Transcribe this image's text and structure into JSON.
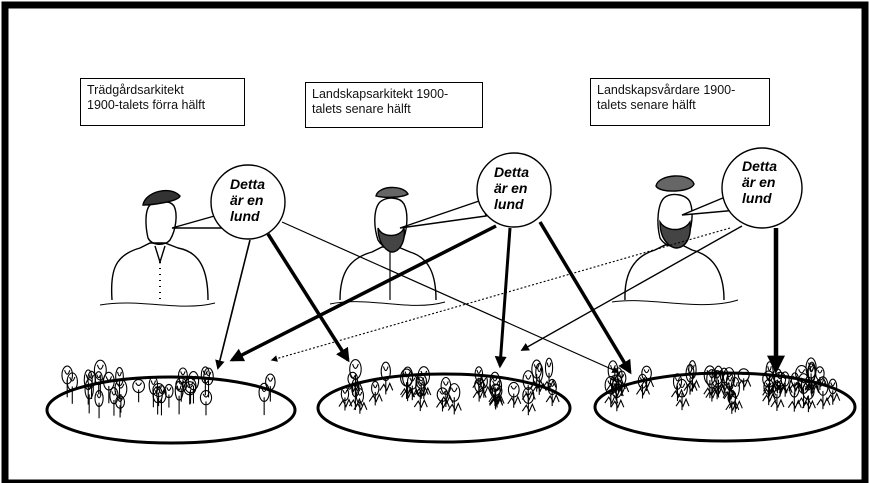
{
  "roles": [
    {
      "label": "Trädgårdsarkitekt\n1900-talets förra hälft"
    },
    {
      "label": "Landskapsarkitekt 1900-\ntalets senare hälft"
    },
    {
      "label": "Landskapsvårdare 1900-\ntalets senare hälft"
    }
  ],
  "speech": [
    {
      "text": "Detta\när en\nlund"
    },
    {
      "text": "Detta\när en\nlund"
    },
    {
      "text": "Detta\när en\nlund"
    }
  ],
  "colors": {
    "ink": "#000000",
    "background": "#ffffff"
  }
}
